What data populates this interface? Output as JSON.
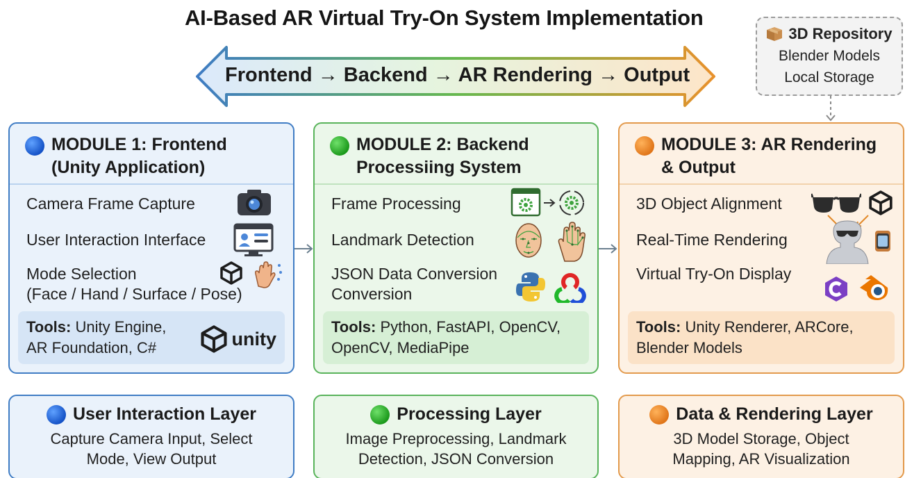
{
  "title": "AI-Based AR Virtual Try-On System Implementation",
  "flow": {
    "text": "Frontend → Backend → AR Rendering → Output"
  },
  "repository": {
    "title": "3D Repository",
    "line1": "Blender Models",
    "line2": "Local Storage",
    "icon": "package-icon"
  },
  "modules": [
    {
      "title_line1": "MODULE 1: Frontend",
      "title_line2": "(Unity Application)",
      "color": "#3f7cc4",
      "items": [
        "Camera Frame Capture",
        "User Interaction Interface",
        "Mode Selection",
        "(Face / Hand / Surface / Pose)"
      ],
      "tools_label": "Tools:",
      "tools_line1": " Unity Engine,",
      "tools_line2": "AR Foundation, C#",
      "logo_text": "unity"
    },
    {
      "title_line1": "MODULE 2: Backend",
      "title_line2": "Processiing System",
      "color": "#58b35a",
      "items": [
        "Frame Processing",
        "Landmark Detection",
        "JSON Data Conversion",
        "Conversion"
      ],
      "tools_label": "Tools:",
      "tools_line1": " Python, FastAPI, OpenCV,",
      "tools_line2": "OpenCV, MediaPipe"
    },
    {
      "title_line1": "MODULE 3: AR Rendering",
      "title_line2": "& Output",
      "color": "#e39a4c",
      "items": [
        "3D Object Alignment",
        "Real-Time Rendering",
        "Virtual Try-On Display"
      ],
      "tools_label": "Tools:",
      "tools_line1": " Unity Renderer, ARCore,",
      "tools_line2": "Blender Models"
    }
  ],
  "layers": [
    {
      "title": "User Interaction Layer",
      "line1": "Capture Camera Input, Select",
      "line2": "Mode, View Output"
    },
    {
      "title": "Processing Layer",
      "line1": "Image Preprocessing, Landmark",
      "line2": "Detection, JSON Conversion"
    },
    {
      "title": "Data & Rendering Layer",
      "line1": "3D Model Storage, Object",
      "line2": "Mapping, AR Visualization"
    }
  ],
  "colors": {
    "blue": "#3f7cc4",
    "green": "#58b35a",
    "orange": "#e39a4c"
  }
}
